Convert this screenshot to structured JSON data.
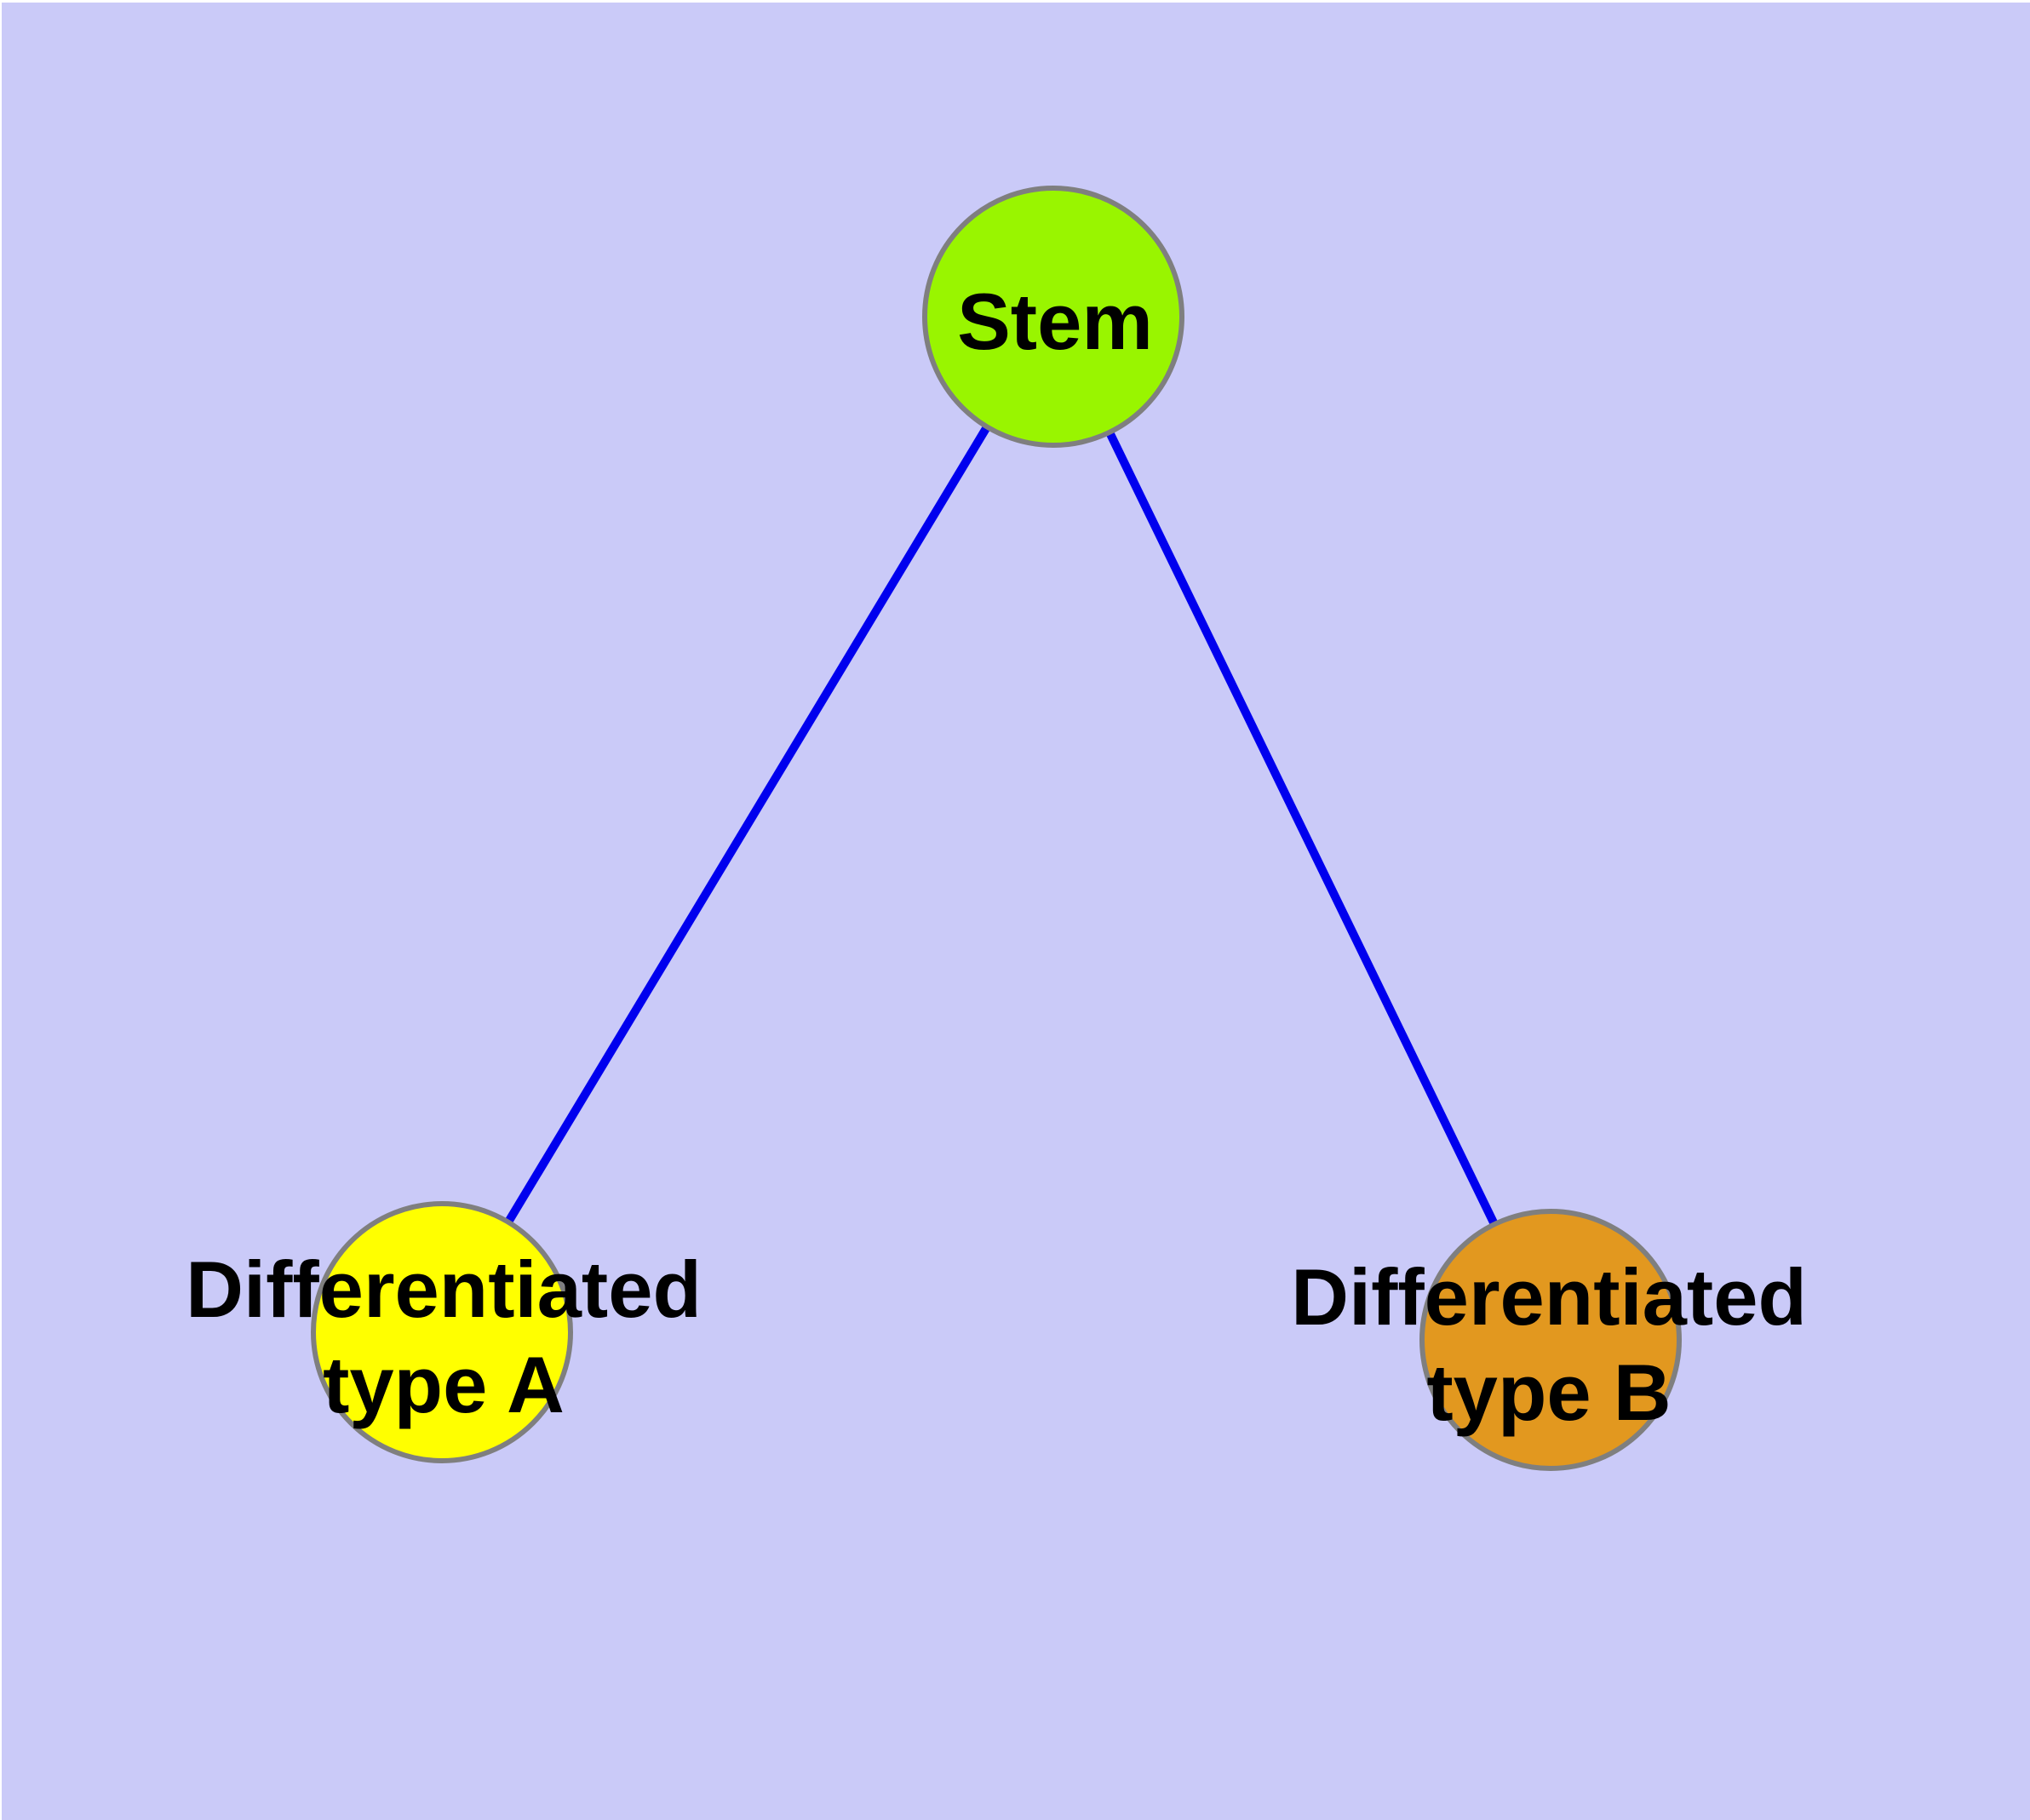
{
  "diagram": {
    "background_color": "#cacaf8",
    "page_margin_color": "#ffffff",
    "edge_color": "#0000ee",
    "node_border_color": "#7f7f7f",
    "label_color": "#000000",
    "nodes": [
      {
        "id": "stem",
        "lines": [
          "Stem"
        ],
        "color": "#99f500"
      },
      {
        "id": "differentiated-type-a",
        "lines": [
          "Differentiated",
          "type A"
        ],
        "color": "#ffff00"
      },
      {
        "id": "differentiated-type-b",
        "lines": [
          "Differentiated",
          "type B"
        ],
        "color": "#e2981f"
      }
    ],
    "edges": [
      {
        "from": "stem",
        "to": "differentiated-type-a"
      },
      {
        "from": "stem",
        "to": "differentiated-type-b"
      }
    ]
  }
}
